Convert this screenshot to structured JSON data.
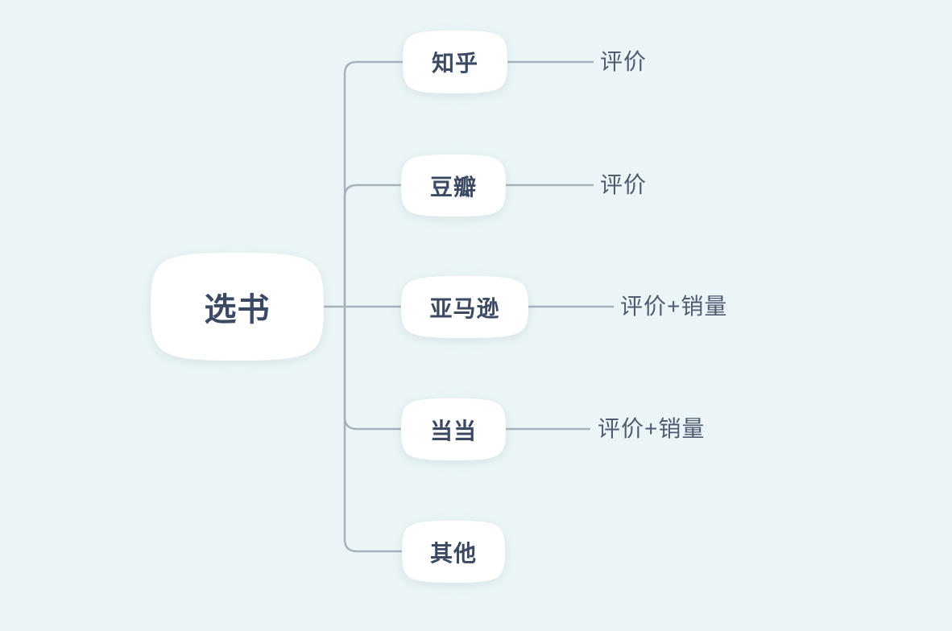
{
  "theme": {
    "background": "#ebf5f7",
    "line_color": "#a8b2bd",
    "node_fill": "#ffffff",
    "node_text_color": "#3b4a62",
    "note_text_color": "#4e5b70"
  },
  "mindmap": {
    "root": {
      "label": "选书"
    },
    "branches": [
      {
        "topic": "知乎",
        "note": "评价"
      },
      {
        "topic": "豆瓣",
        "note": "评价"
      },
      {
        "topic": "亚马逊",
        "note": "评价+销量"
      },
      {
        "topic": "当当",
        "note": "评价+销量"
      },
      {
        "topic": "其他",
        "note": ""
      }
    ]
  }
}
